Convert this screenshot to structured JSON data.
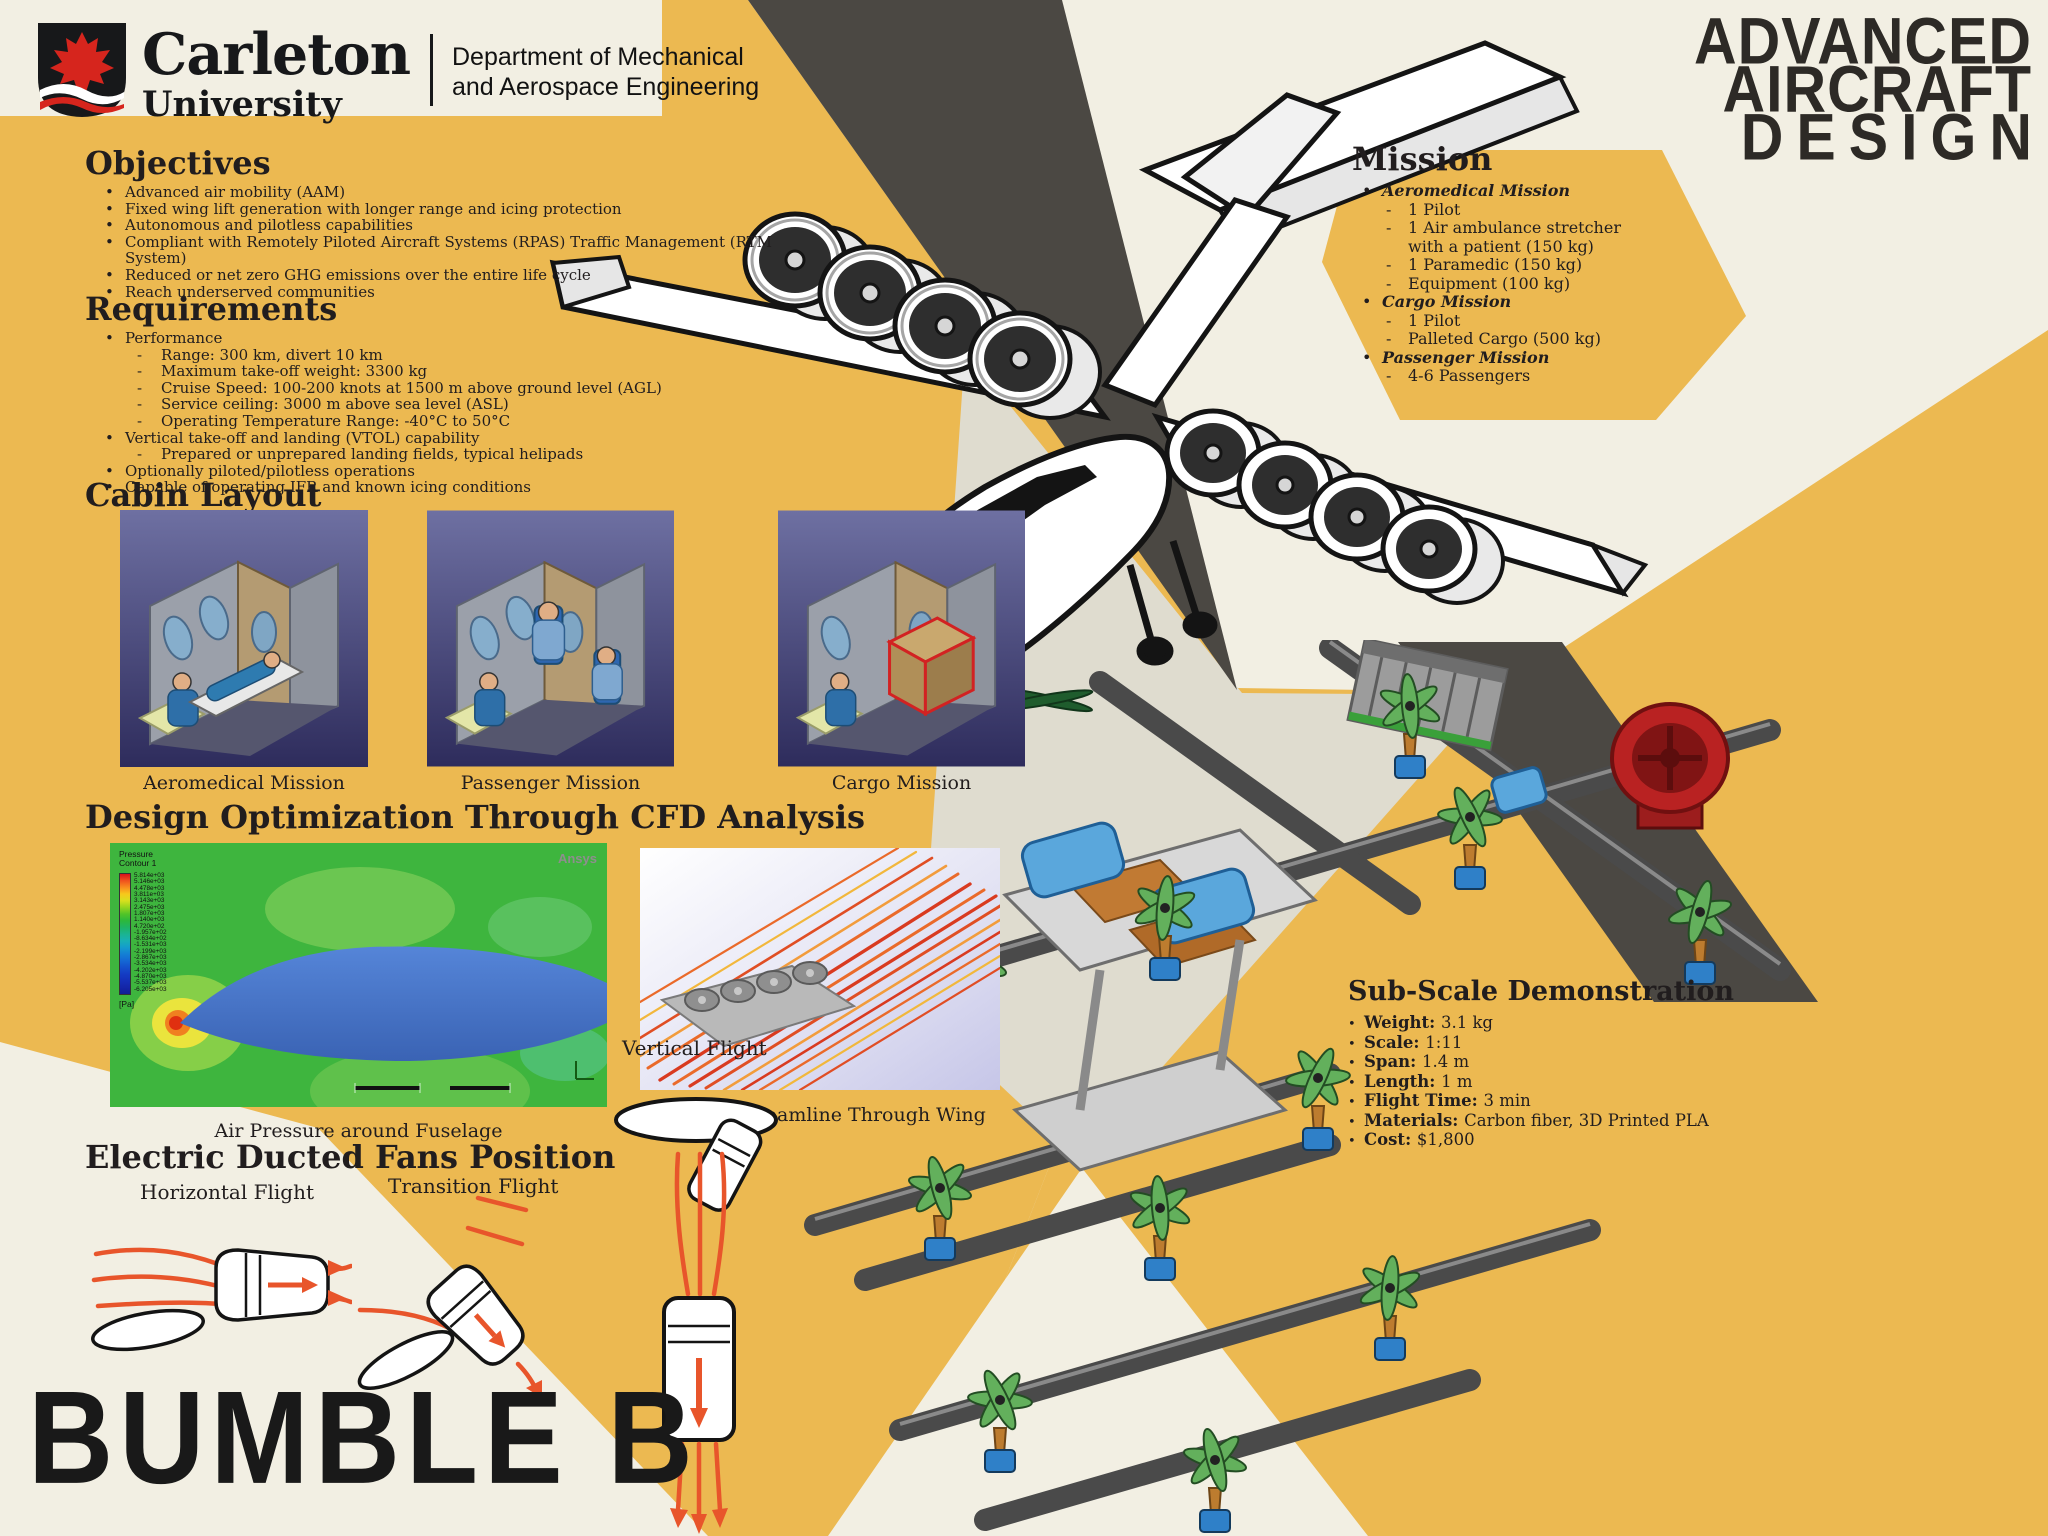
{
  "header": {
    "logo_title": "Carleton",
    "logo_subtitle": "University",
    "department": [
      "Department of Mechanical",
      "and Aerospace Engineering"
    ],
    "banner_lines": [
      "ADVANCED",
      "AIRCRAFT",
      "DESIGN"
    ]
  },
  "objectives": {
    "heading": "Objectives",
    "items": [
      "Advanced air mobility (AAM)",
      "Fixed wing lift generation with longer range and icing protection",
      "Autonomous and pilotless capabilities",
      "Compliant with Remotely Piloted Aircraft Systems (RPAS) Traffic Management (RTM System)",
      "Reduced or net zero GHG emissions over the entire life cycle",
      "Reach underserved communities"
    ]
  },
  "requirements": {
    "heading": "Requirements",
    "items": [
      {
        "level": 1,
        "text": "Performance"
      },
      {
        "level": 2,
        "text": "Range: 300 km, divert 10 km"
      },
      {
        "level": 2,
        "text": "Maximum take-off weight: 3300 kg"
      },
      {
        "level": 2,
        "text": "Cruise Speed: 100-200 knots at 1500 m above ground level (AGL)"
      },
      {
        "level": 2,
        "text": "Service ceiling: 3000 m above sea level (ASL)"
      },
      {
        "level": 2,
        "text": "Operating Temperature Range: -40°C to 50°C"
      },
      {
        "level": 1,
        "text": "Vertical take-off and landing (VTOL) capability"
      },
      {
        "level": 2,
        "text": "Prepared or unprepared landing fields, typical helipads"
      },
      {
        "level": 1,
        "text": "Optionally piloted/pilotless operations"
      },
      {
        "level": 1,
        "text": "Capable of operating IFR and known icing conditions"
      }
    ]
  },
  "cabin": {
    "heading": "Cabin Layout",
    "captions": [
      "Aeromedical Mission",
      "Passenger Mission",
      "Cargo Mission"
    ]
  },
  "cfd": {
    "heading": "Design Optimization Through CFD Analysis",
    "pressure_plot": {
      "legend_title": "Pressure\nContour 1",
      "legend_values": [
        "5.814e+03",
        "5.146e+03",
        "4.478e+03",
        "3.811e+03",
        "3.143e+03",
        "2.475e+03",
        "1.807e+03",
        "1.140e+03",
        "4.720e+02",
        "-1.957e+02",
        "-8.634e+02",
        "-1.531e+03",
        "-2.199e+03",
        "-2.867e+03",
        "-3.534e+03",
        "-4.202e+03",
        "-4.870e+03",
        "-5.537e+03",
        "-6.205e+03"
      ],
      "legend_unit": "[Pa]",
      "watermark": "Ansys",
      "caption": "Air Pressure around Fuselage"
    },
    "streamline_plot": {
      "caption": "Velocity Streamline Through Wing"
    }
  },
  "edf": {
    "heading": "Electric Ducted Fans Position",
    "labels": [
      "Horizontal Flight",
      "Transition Flight",
      "Vertical Flight"
    ]
  },
  "mission": {
    "heading": "Mission",
    "groups": [
      {
        "name": "Aeromedical Mission",
        "items": [
          "1 Pilot",
          "1 Air ambulance stretcher with a patient (150 kg)",
          "1 Paramedic (150 kg)",
          "Equipment (100 kg)"
        ]
      },
      {
        "name": "Cargo Mission",
        "items": [
          "1 Pilot",
          "Palleted Cargo (500 kg)"
        ]
      },
      {
        "name": "Passenger Mission",
        "items": [
          "4-6 Passengers"
        ]
      }
    ]
  },
  "subscale": {
    "heading": "Sub-Scale Demonstration",
    "specs": [
      {
        "label": "Weight",
        "value": "3.1 kg"
      },
      {
        "label": "Scale",
        "value": "1:11"
      },
      {
        "label": "Span",
        "value": "1.4 m"
      },
      {
        "label": "Length",
        "value": "1 m"
      },
      {
        "label": "Flight Time",
        "value": "3 min"
      },
      {
        "label": "Materials",
        "value": "Carbon fiber, 3D Printed PLA"
      },
      {
        "label": "Cost",
        "value": "$1,800"
      }
    ]
  },
  "title": "BUMBLE B",
  "colors": {
    "gold": "#ECB951",
    "cream": "#F2EFE3",
    "dark_band": "#4B4843",
    "ink": "#211D1E",
    "carleton_red": "#D6251D",
    "flow_orange": "#E8552B",
    "cfd_green": "#3EB53E"
  }
}
